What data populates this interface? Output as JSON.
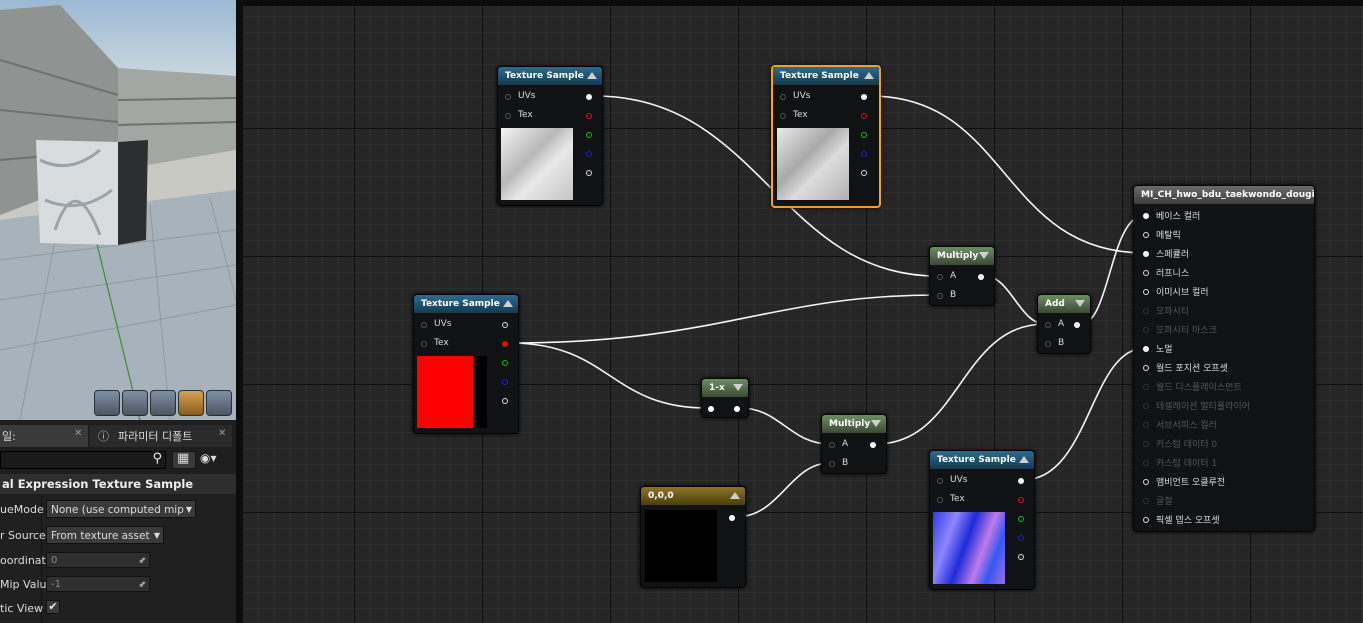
{
  "details": {
    "tab_label": "일:",
    "tab_params_label": "파라미터 디폴트",
    "title": "al Expression Texture Sample",
    "rows": [
      {
        "label": "ueMode",
        "value": "None (use computed mip"
      },
      {
        "label": "r Source",
        "value": "From texture asset"
      },
      {
        "label": "oordinat",
        "value": "0"
      },
      {
        "label": "Mip Value",
        "value": "-1"
      },
      {
        "label": "tic View",
        "value": ""
      }
    ]
  },
  "nodes": {
    "tex1": {
      "title": "Texture Sample",
      "pins": {
        "uvs": "UVs",
        "tex": "Tex"
      }
    },
    "tex2": {
      "title": "Texture Sample",
      "pins": {
        "uvs": "UVs",
        "tex": "Tex"
      }
    },
    "tex3": {
      "title": "Texture Sample",
      "pins": {
        "uvs": "UVs",
        "tex": "Tex"
      }
    },
    "tex4": {
      "title": "Texture Sample",
      "pins": {
        "uvs": "UVs",
        "tex": "Tex"
      }
    },
    "multiply1": {
      "title": "Multiply",
      "pins": {
        "a": "A",
        "b": "B"
      }
    },
    "multiply2": {
      "title": "Multiply",
      "pins": {
        "a": "A",
        "b": "B"
      }
    },
    "add": {
      "title": "Add",
      "pins": {
        "a": "A",
        "b": "B"
      }
    },
    "one_minus": {
      "title": "1-x"
    },
    "constant": {
      "title": "0,0,0"
    }
  },
  "material": {
    "title": "MI_CH_hwo_bdu_taekwondo_dougi",
    "inputs": [
      {
        "label": "베이스 컬러",
        "active": true
      },
      {
        "label": "메탈릭",
        "active": true
      },
      {
        "label": "스페큘러",
        "active": true
      },
      {
        "label": "러프니스",
        "active": true
      },
      {
        "label": "이미시브 컬러",
        "active": true
      },
      {
        "label": "오파시티",
        "active": false
      },
      {
        "label": "오파시티 마스크",
        "active": false
      },
      {
        "label": "노멀",
        "active": true
      },
      {
        "label": "월드 포지션 오프셋",
        "active": true
      },
      {
        "label": "월드 디스플레이스먼트",
        "active": false
      },
      {
        "label": "테셀레이션 멀티플라이어",
        "active": false
      },
      {
        "label": "서브서피스 컬러",
        "active": false
      },
      {
        "label": "커스텀 데이터 0",
        "active": false
      },
      {
        "label": "커스텀 데이터 1",
        "active": false
      },
      {
        "label": "앰비언트 오클루전",
        "active": true
      },
      {
        "label": "굴절",
        "active": false
      },
      {
        "label": "픽셀 뎁스 오프셋",
        "active": true
      }
    ]
  },
  "colors": {
    "selection": "#f1a21c",
    "red_pin": "#e01010",
    "green_pin": "#10c010",
    "blue_pin": "#2020e0",
    "texture_header": "#2b6b94",
    "math_header": "#6e8d64"
  }
}
